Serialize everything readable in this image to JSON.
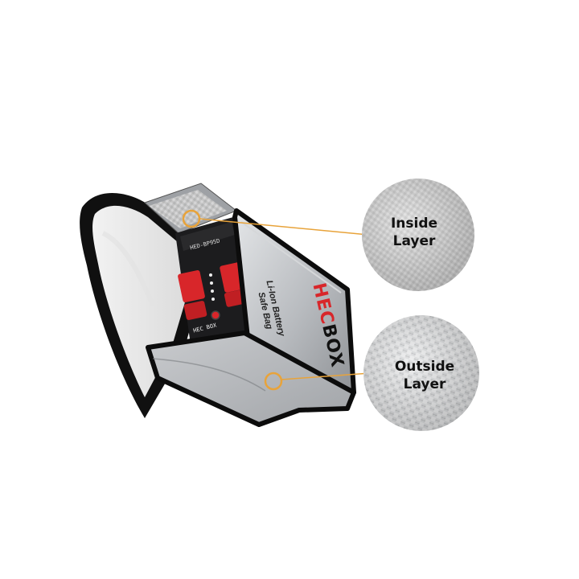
{
  "product": {
    "print_line1": "Li-Ion Battery",
    "print_line2": "Safe Bag",
    "logo_part1": "HEC",
    "logo_part2": "BOX",
    "device_model": "HED-BP95D",
    "device_logo": "HEC BOX"
  },
  "callouts": {
    "inside": {
      "line1": "Inside",
      "line2": "Layer"
    },
    "outside": {
      "line1": "Outside",
      "line2": "Layer"
    }
  },
  "colors": {
    "accent_orange": "#e8a33a",
    "bag_silver": "#b9bcc0",
    "bag_edge": "#111111",
    "device_red": "#d8262a",
    "device_body": "#1c1c1e",
    "background": "#ffffff"
  }
}
